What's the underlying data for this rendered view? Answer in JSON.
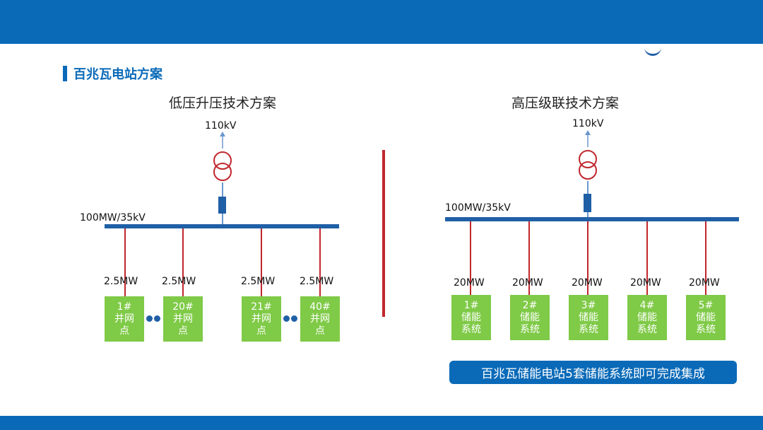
{
  "section_title": "百兆瓦电站方案",
  "left": {
    "title": "低压升压技术方案",
    "voltage_top": "110kV",
    "bus_label": "100MW/35kV",
    "units": [
      {
        "power": "2.5MW",
        "name": "1#并网点"
      },
      {
        "power": "2.5MW",
        "name": "20#并网点"
      },
      {
        "power": "2.5MW",
        "name": "21#并网点"
      },
      {
        "power": "2.5MW",
        "name": "40#并网点"
      }
    ]
  },
  "right": {
    "title": "高压级联技术方案",
    "voltage_top": "110kV",
    "bus_label": "100MW/35kV",
    "units": [
      {
        "power": "20MW",
        "name": "1#储能系统"
      },
      {
        "power": "20MW",
        "name": "2#储能系统"
      },
      {
        "power": "20MW",
        "name": "3#储能系统"
      },
      {
        "power": "20MW",
        "name": "4#储能系统"
      },
      {
        "power": "20MW",
        "name": "5#储能系统"
      }
    ]
  },
  "footer_banner": "百兆瓦储能电站5套储能系统即可完成集成",
  "colors": {
    "brand_blue": "#0a6ab8",
    "bus_blue": "#1f5fa6",
    "feeder_red": "#c0272d",
    "unit_green": "#7fca47"
  },
  "icons": {
    "transformer": "transformer-icon",
    "arrow": "arrow-up-icon",
    "breaker": "breaker-icon"
  }
}
